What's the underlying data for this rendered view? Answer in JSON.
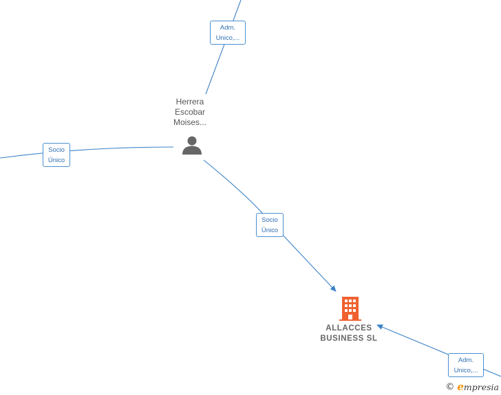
{
  "nodes": {
    "person": {
      "name_lines": [
        "Herrera",
        "Escobar",
        "Moises..."
      ],
      "icon": "person-icon",
      "color": "#666666"
    },
    "company": {
      "name_lines": [
        "ALLACCES",
        "BUSINESS SL"
      ],
      "icon": "building-icon",
      "color": "#f0612f"
    }
  },
  "edges": {
    "top_admin": {
      "label_lines": [
        "Adm.",
        "Unico,..."
      ]
    },
    "left_socio": {
      "label_lines": [
        "Socio",
        "Único"
      ]
    },
    "person_company": {
      "label_lines": [
        "Socio",
        "Único"
      ]
    },
    "bottom_admin": {
      "label_lines": [
        "Adm.",
        "Unico,..."
      ]
    }
  },
  "watermark": {
    "copyright": "©",
    "brand_initial": "e",
    "brand_rest": "mpresia"
  },
  "colors": {
    "edge": "#3b82c8",
    "label_border": "#4a8fd0",
    "label_text": "#2f6fb3"
  }
}
